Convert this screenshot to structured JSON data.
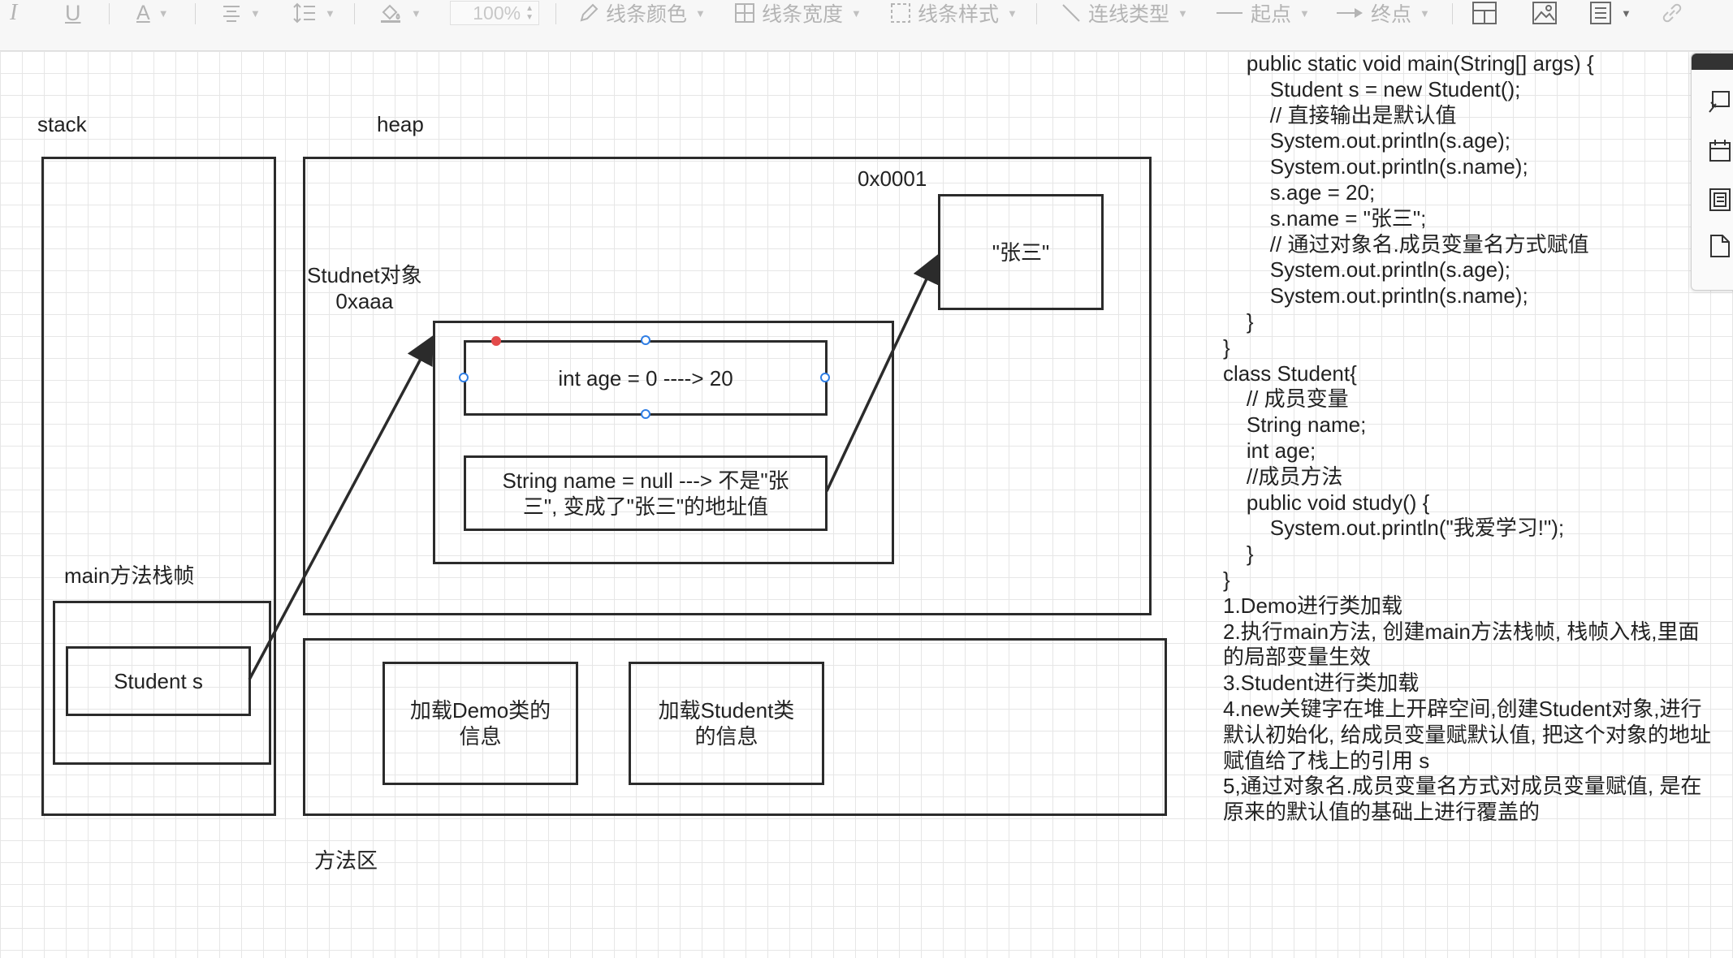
{
  "toolbar": {
    "italic_label": "I",
    "underline_label": "U",
    "font_color_label": "A",
    "zoom_value": "100%",
    "line_color_label": "线条颜色",
    "line_width_label": "线条宽度",
    "line_style_label": "线条样式",
    "connector_type_label": "连线类型",
    "start_label": "起点",
    "end_label": "终点"
  },
  "diagram": {
    "stack_label": "stack",
    "heap_label": "heap",
    "main_frame_label": "main方法栈帧",
    "student_var_label": "Student s",
    "object_label_line1": "Studnet对象",
    "object_label_line2": "0xaaa",
    "age_field": "int age = 0 ----> 20",
    "name_field_line1": "String name = null ---> 不是\"张",
    "name_field_line2": "三\", 变成了\"张三\"的地址值",
    "string_addr": "0x0001",
    "string_value": "\"张三\"",
    "demo_class_line1": "加载Demo类的",
    "demo_class_line2": "信息",
    "student_class_line1": "加载Student类",
    "student_class_line2": "的信息",
    "method_area_label": "方法区"
  },
  "code_lines": [
    "    public static void main(String[] args) {",
    "        Student s = new Student();",
    "        // 直接输出是默认值",
    "        System.out.println(s.age);",
    "        System.out.println(s.name);",
    "        s.age = 20;",
    "        s.name = \"张三\";",
    "        // 通过对象名.成员变量名方式赋值",
    "        System.out.println(s.age);",
    "        System.out.println(s.name);",
    "    }",
    "}",
    "class Student{",
    "    // 成员变量",
    "    String name;",
    "    int age;",
    "    //成员方法",
    "    public void study() {",
    "        System.out.println(\"我爱学习!\");",
    "    }",
    "}",
    "1.Demo进行类加载",
    "2.执行main方法, 创建main方法栈帧, 栈帧入栈,里面",
    "的局部变量生效",
    "3.Student进行类加载",
    "4.new关键字在堆上开辟空间,创建Student对象,进行",
    "默认初始化, 给成员变量赋默认值, 把这个对象的地址",
    "赋值给了栈上的引用 s",
    "5,通过对象名.成员变量名方式对成员变量赋值, 是在",
    "原来的默认值的基础上进行覆盖的"
  ]
}
